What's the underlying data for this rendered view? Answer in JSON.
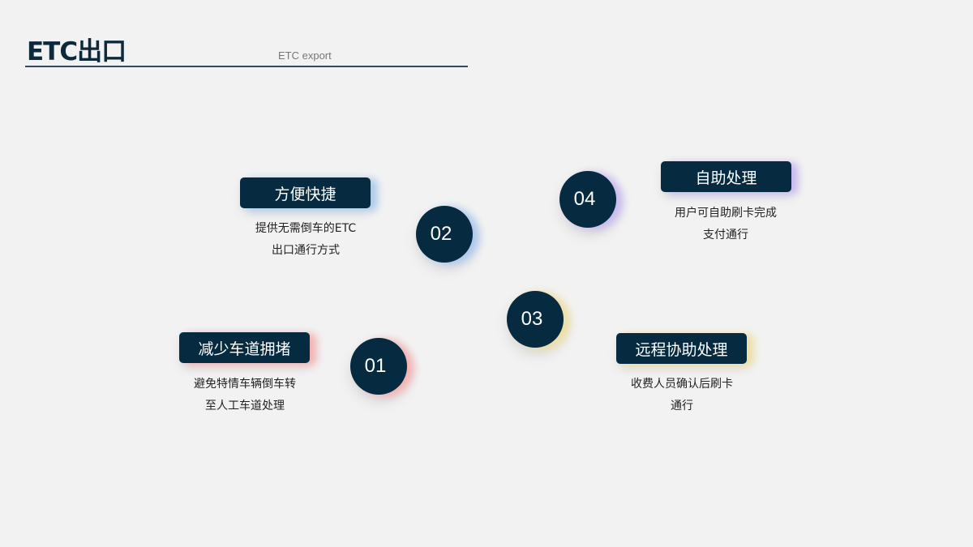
{
  "header": {
    "title": "ETC出口",
    "subtitle": "ETC export"
  },
  "items": [
    {
      "number": "01",
      "label": "减少车道拥堵",
      "desc": [
        "避免特情车辆倒车转",
        "至人工车道处理"
      ],
      "glow": "#f4b0b0"
    },
    {
      "number": "02",
      "label": "方便快捷",
      "desc": [
        "提供无需倒车的ETC",
        "出口通行方式"
      ],
      "glow": "#aac8ee"
    },
    {
      "number": "03",
      "label": "远程协助处理",
      "desc": [
        "收费人员确认后刷卡",
        "通行"
      ],
      "glow": "#f0dfa0"
    },
    {
      "number": "04",
      "label": "自助处理",
      "desc": [
        "用户可自助刷卡完成",
        "支付通行"
      ],
      "glow": "#c8b8f0"
    }
  ]
}
